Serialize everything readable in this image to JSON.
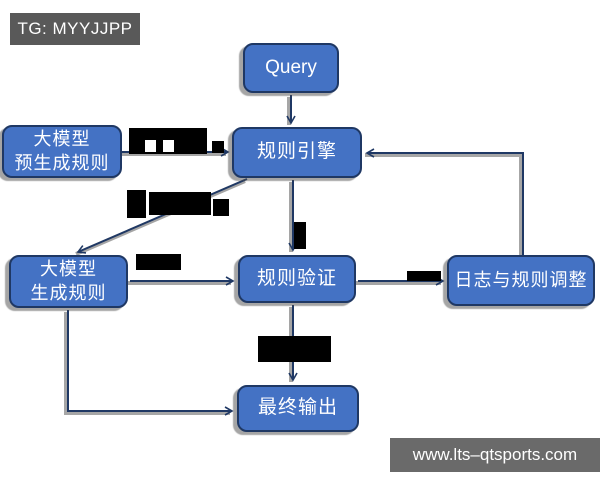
{
  "badge": {
    "label": "TG: MYYJJPP"
  },
  "watermark": {
    "label": "www.lts–qtsports.com"
  },
  "colors": {
    "node_fill": "#4472C4",
    "node_border": "#1F3864",
    "node_text": "#FFFFFF",
    "connector": "#1F3864",
    "connector_shadow": "#4D4D4D",
    "redaction": "#000000",
    "badge_bg": "#595959",
    "watermark_bg": "#6A6A6A",
    "background": "#FFFFFF"
  },
  "diagram": {
    "nodes": [
      {
        "id": "query",
        "label": "Query"
      },
      {
        "id": "pregen-rules",
        "lines": [
          "大模型",
          "预生成规则"
        ]
      },
      {
        "id": "rule-engine",
        "label": "规则引擎"
      },
      {
        "id": "gen-rules",
        "lines": [
          "大模型",
          "生成规则"
        ]
      },
      {
        "id": "rule-validation",
        "label": "规则验证"
      },
      {
        "id": "log-rule-adjust",
        "label": "日志与规则调整"
      },
      {
        "id": "final-output",
        "label": "最终输出"
      }
    ],
    "edges": [
      {
        "from": "query",
        "to": "rule-engine",
        "label": "",
        "label_redacted": false
      },
      {
        "from": "pregen-rules",
        "to": "rule-engine",
        "label": "",
        "label_redacted": true
      },
      {
        "from": "rule-engine",
        "to": "gen-rules",
        "label": "",
        "label_redacted": true
      },
      {
        "from": "gen-rules",
        "to": "rule-validation",
        "label": "",
        "label_redacted": true
      },
      {
        "from": "rule-engine",
        "to": "rule-validation",
        "label": "",
        "label_redacted": true
      },
      {
        "from": "rule-validation",
        "to": "log-rule-adjust",
        "label": "",
        "label_redacted": true
      },
      {
        "from": "log-rule-adjust",
        "to": "rule-engine",
        "label": "",
        "label_redacted": false
      },
      {
        "from": "rule-validation",
        "to": "final-output",
        "label": "",
        "label_redacted": true
      },
      {
        "from": "gen-rules",
        "to": "final-output",
        "label": "",
        "label_redacted": false
      }
    ]
  }
}
